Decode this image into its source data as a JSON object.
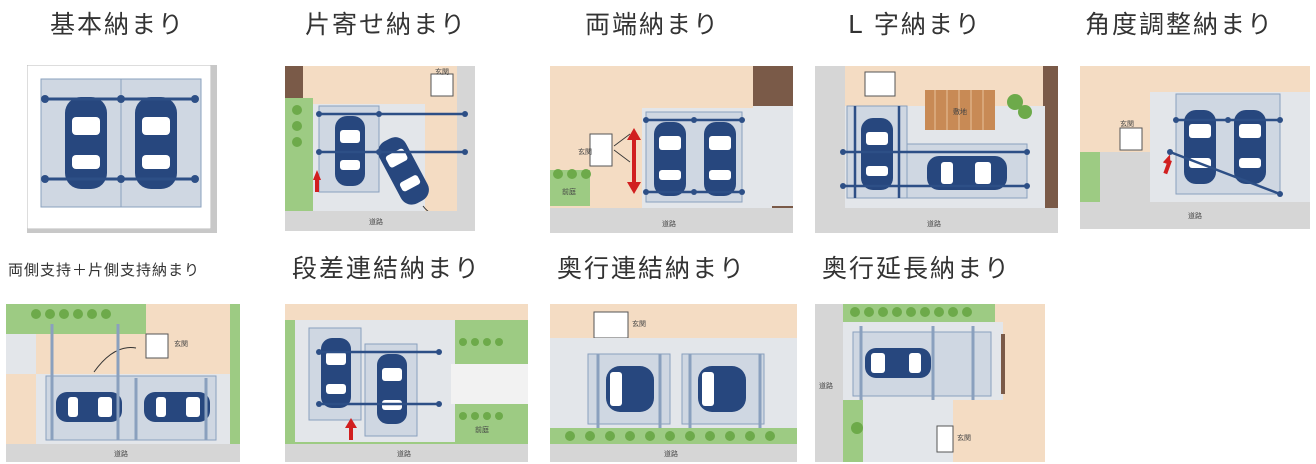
{
  "layout_types": [
    {
      "title": "基本納まり"
    },
    {
      "title": "片寄せ納まり"
    },
    {
      "title": "両端納まり"
    },
    {
      "title": "L 字納まり"
    },
    {
      "title": "角度調整納まり"
    },
    {
      "title": "両側支持＋片側支持納まり"
    },
    {
      "title": "段差連結納まり"
    },
    {
      "title": "奥行連結納まり"
    },
    {
      "title": "奥行延長納まり"
    }
  ],
  "diagram_labels": {
    "entrance": "玄関",
    "road": "道路",
    "front_garden": "前庭",
    "deck": "敷地"
  },
  "colors": {
    "house": "#f4dcc3",
    "pavement": "#e3e6ea",
    "carport": "#cfd7e2",
    "car": "#27477e",
    "frame": "#2d4f86",
    "hedge": "#6daa4a",
    "lawn": "#9dcb83",
    "road": "#d6d6d6",
    "arrow": "#d11f1f"
  }
}
